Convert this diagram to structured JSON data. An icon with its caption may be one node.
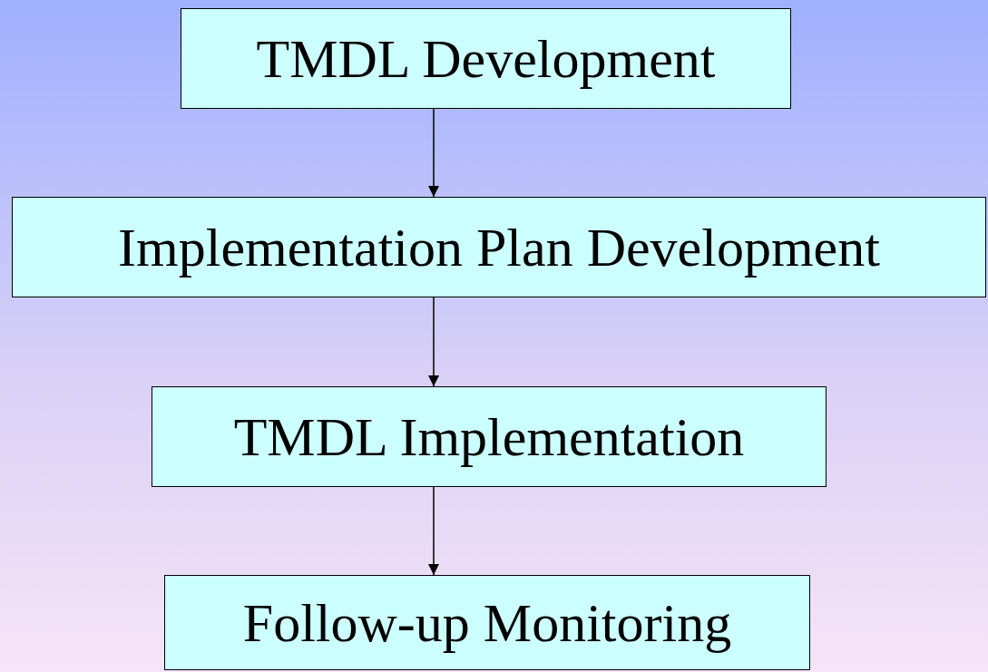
{
  "diagram": {
    "nodes": [
      {
        "text": [
          "TMDL Development"
        ]
      },
      {
        "text": [
          "Implementation Plan Development"
        ]
      },
      {
        "text": [
          "TMDL Implementation"
        ]
      },
      {
        "text": [
          "Follow-up Monitoring"
        ]
      }
    ],
    "edges": [
      {
        "from": 0,
        "to": 1,
        "arrow": "to"
      },
      {
        "from": 1,
        "to": 2,
        "arrow": "to"
      },
      {
        "from": 2,
        "to": 3,
        "arrow": "to"
      }
    ]
  }
}
